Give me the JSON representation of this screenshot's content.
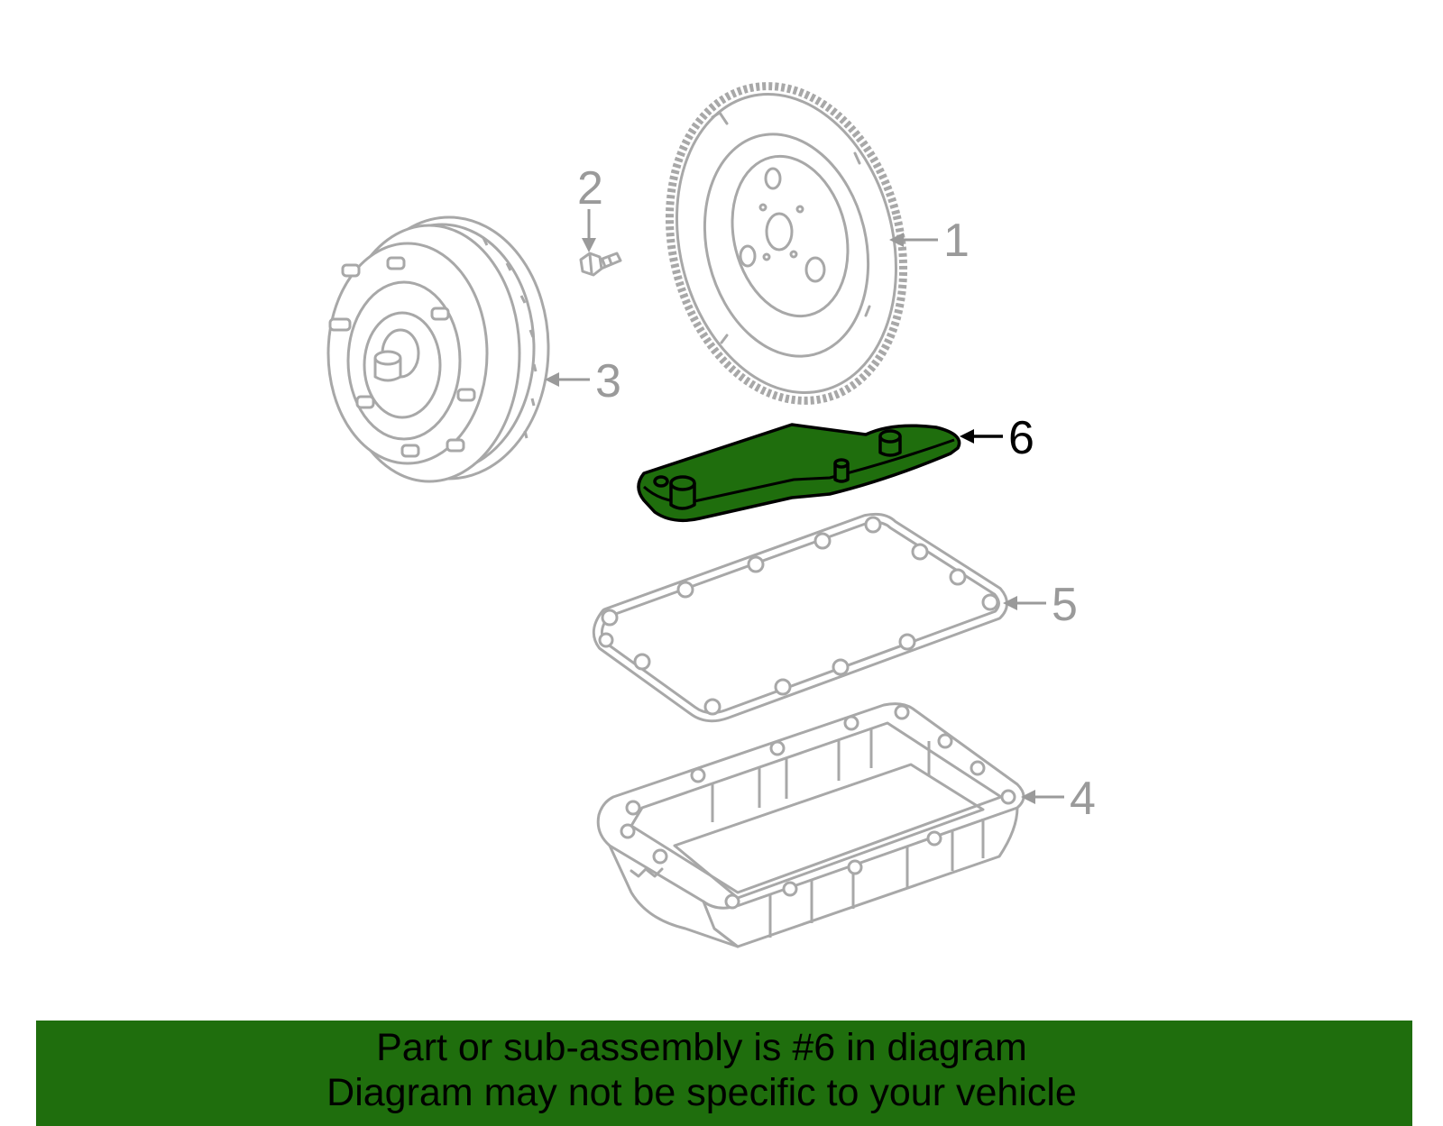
{
  "callouts": {
    "c1": "1",
    "c2": "2",
    "c3": "3",
    "c4": "4",
    "c5": "5",
    "c6": "6"
  },
  "highlight_color": "#1f6e0d",
  "banner": {
    "line1": "Part or sub-assembly is #6 in diagram",
    "line2": "Diagram may not be specific to your vehicle"
  }
}
